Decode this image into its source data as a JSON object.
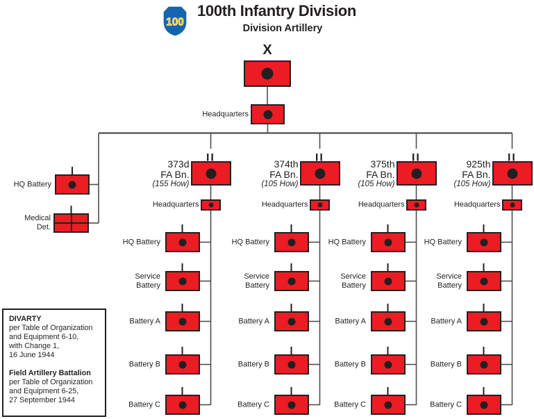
{
  "header": {
    "badge": "100",
    "title": "100th Infantry Division",
    "subtitle": "Division Artillery"
  },
  "division": {
    "echelon": "X",
    "hq_label": "Headquarters"
  },
  "support_units": [
    {
      "label": "HQ Battery",
      "symbol": "artillery"
    },
    {
      "label": "Medical\nDet.",
      "symbol": "medical"
    }
  ],
  "battalions": [
    {
      "name": "373d\nFA Bn.",
      "weapon": "(155 How)",
      "echelon": "II",
      "hq_label": "Headquarters",
      "batteries": [
        "HQ Battery",
        "Service\nBattery",
        "Battery A",
        "Battery B",
        "Battery C"
      ]
    },
    {
      "name": "374th\nFA Bn.",
      "weapon": "(105 How)",
      "echelon": "II",
      "hq_label": "Headquarters",
      "batteries": [
        "HQ Battery",
        "Service\nBattery",
        "Battery A",
        "Battery B",
        "Battery C"
      ]
    },
    {
      "name": "375th\nFA Bn.",
      "weapon": "(105 How)",
      "echelon": "II",
      "hq_label": "Headquarters",
      "batteries": [
        "HQ Battery",
        "Service\nBattery",
        "Battery A",
        "Battery B",
        "Battery C"
      ]
    },
    {
      "name": "925th\nFA Bn.",
      "weapon": "(105 How)",
      "echelon": "II",
      "hq_label": "Headquarters",
      "batteries": [
        "HQ Battery",
        "Service\nBattery",
        "Battery A",
        "Battery B",
        "Battery C"
      ]
    }
  ],
  "notes": {
    "sections": [
      {
        "heading": "DIVARTY",
        "body": "per Table of Organization\nand Equipment 6-10,\nwith Change 1,\n16 June 1944"
      },
      {
        "heading": "Field Artillery Battalion",
        "body": "per Table of Organization\nand Equipment 6-25,\n27 September 1944"
      }
    ]
  },
  "colors": {
    "unit_fill": "#EC1C24",
    "symbol_ink": "#231F20",
    "line_gray": "#4D4D4F",
    "badge_blue": "#1465AE",
    "badge_yellow": "#FFD41F"
  }
}
